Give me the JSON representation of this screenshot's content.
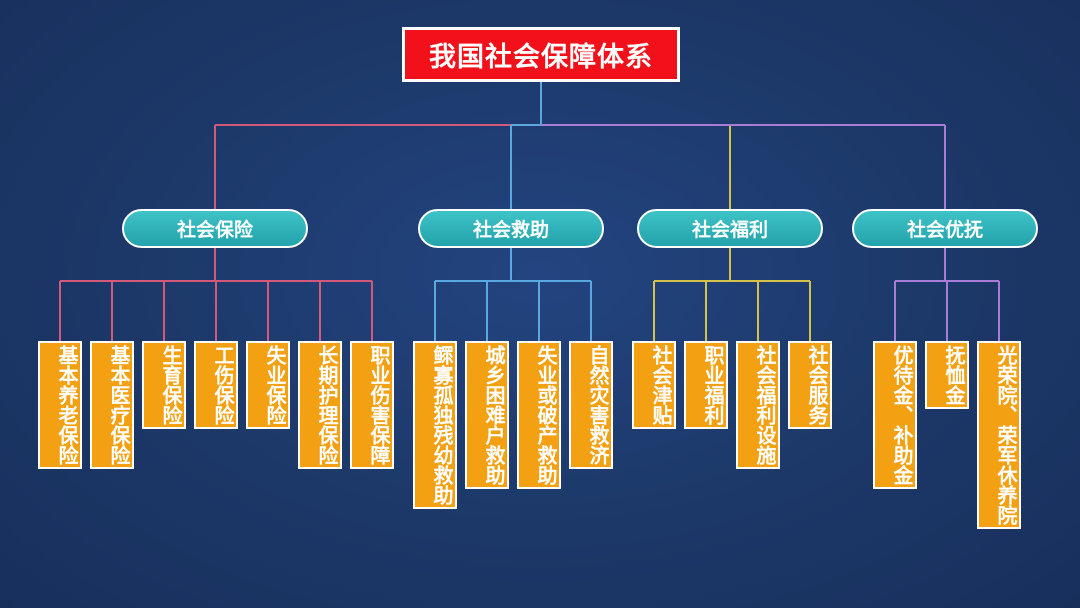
{
  "root": {
    "label": "我国社会保障体系"
  },
  "colors": {
    "background": "#1d3a6e",
    "root": "#f2101a",
    "category": "#2fb4ba",
    "leaf": "#f3a013",
    "branch_colors": [
      "#d4587a",
      "#5aa8e0",
      "#d4c24a",
      "#a97cd8"
    ]
  },
  "categories": [
    {
      "label": "社会保险",
      "items": [
        "基本养老保险",
        "基本医疗保险",
        "生育保险",
        "工伤保险",
        "失业保险",
        "长期护理保险",
        "职业伤害保障"
      ]
    },
    {
      "label": "社会救助",
      "items": [
        "鳏寡孤独残幼救助",
        "城乡困难户救助",
        "失业或破产救助",
        "自然灾害救济"
      ]
    },
    {
      "label": "社会福利",
      "items": [
        "社会津贴",
        "职业福利",
        "社会福利设施",
        "社会服务"
      ]
    },
    {
      "label": "社会优抚",
      "items": [
        "优待金、补助金",
        "抚恤金",
        "光荣院、荣军休养院"
      ]
    }
  ]
}
